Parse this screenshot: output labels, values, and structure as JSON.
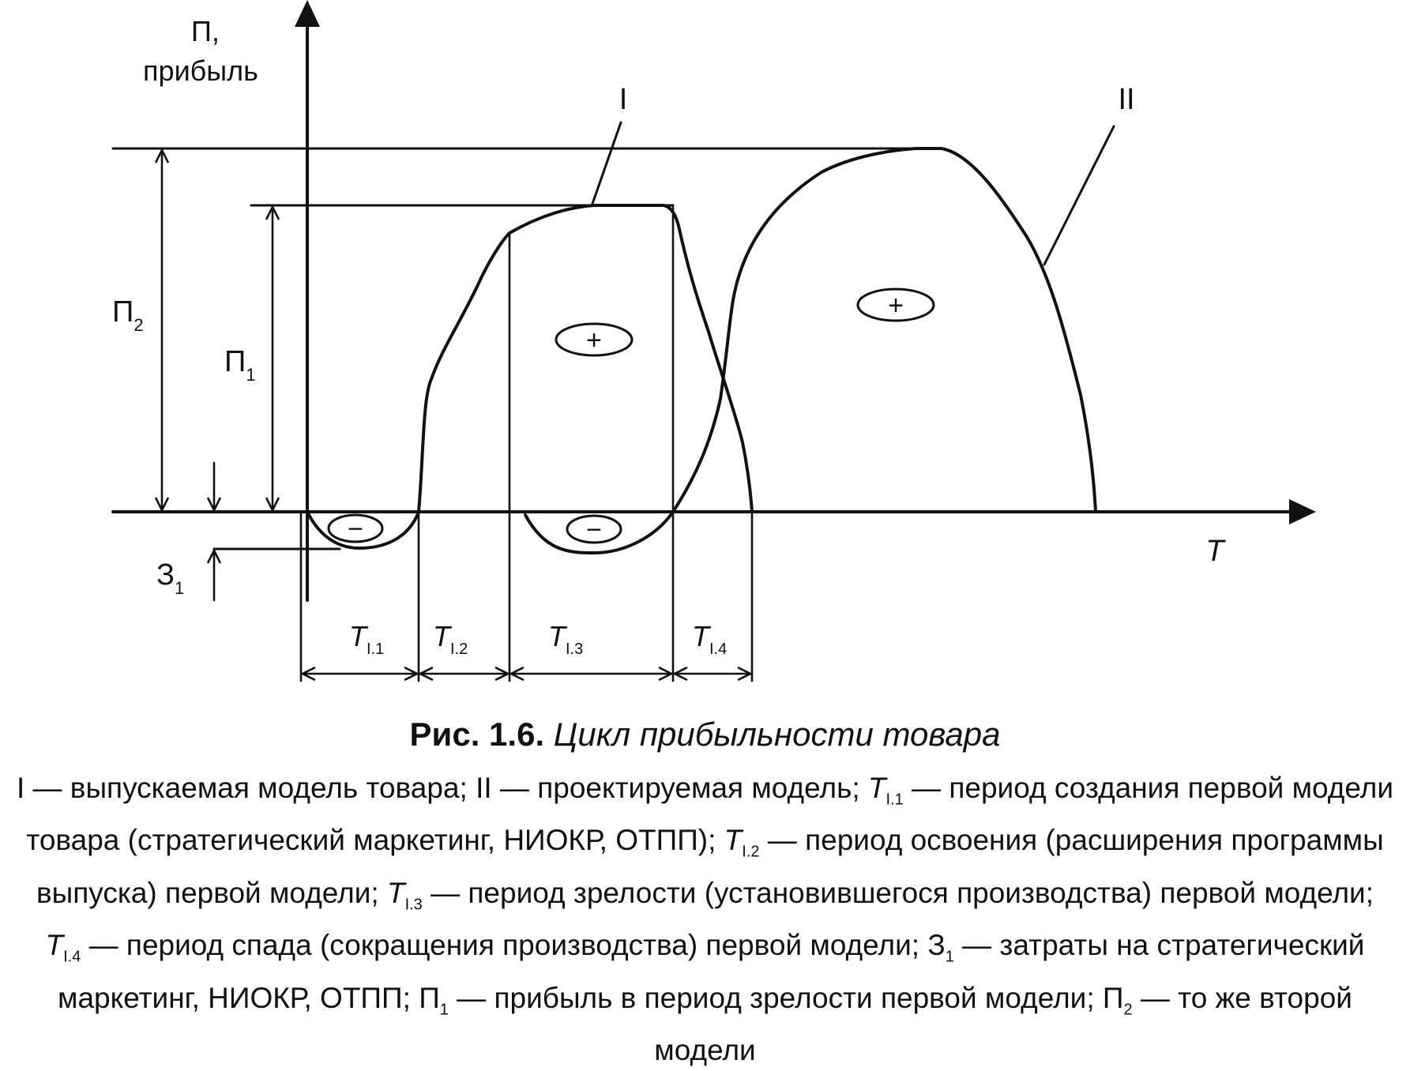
{
  "diagram": {
    "axis_y": {
      "label_line1": "П,",
      "label_line2": "прибыль"
    },
    "axis_x": {
      "label": "T"
    },
    "curves": [
      {
        "label": "I"
      },
      {
        "label": "II"
      }
    ],
    "signs": {
      "plus": "+",
      "minus": "−"
    },
    "dimensions": {
      "p2": {
        "base": "П",
        "sub": "2"
      },
      "p1": {
        "base": "П",
        "sub": "1"
      },
      "z1": {
        "base": "З",
        "sub": "1"
      }
    },
    "periods": [
      {
        "base": "T",
        "sub": "I.1"
      },
      {
        "base": "T",
        "sub": "I.2"
      },
      {
        "base": "T",
        "sub": "I.3"
      },
      {
        "base": "T",
        "sub": "I.4"
      }
    ]
  },
  "caption": {
    "number": "Рис. 1.6.",
    "title": "Цикл прибыльности товара",
    "legend": [
      {
        "t": "I — выпускаемая модель товара; II — проектируемая модель; "
      },
      {
        "i": "T",
        "s": "I.1"
      },
      {
        "t": " — период создания первой модели товара (стратегический маркетинг, НИОКР, ОТПП); "
      },
      {
        "i": "T",
        "s": "I.2"
      },
      {
        "t": " — период освоения (расширения программы выпуска) первой модели; "
      },
      {
        "i": "T",
        "s": "I.3"
      },
      {
        "t": " — период зрелости (установившегося производства) первой модели; "
      },
      {
        "i": "T",
        "s": "I.4"
      },
      {
        "t": " — период спада (сокращения производства) первой модели; "
      },
      {
        "n": "З",
        "s": "1"
      },
      {
        "t": " — затраты на стратегический маркетинг, НИОКР, ОТПП; "
      },
      {
        "n": "П",
        "s": "1"
      },
      {
        "t": " — прибыль в период зрелости первой модели; "
      },
      {
        "n": "П",
        "s": "2"
      },
      {
        "t": " — то же второй модели"
      }
    ]
  }
}
